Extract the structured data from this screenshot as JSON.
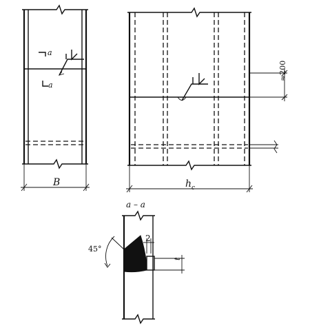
{
  "labels": {
    "section_mark_top": "a",
    "section_mark_bottom": "a",
    "width_dim": "B",
    "depth_dim_main": "h",
    "depth_dim_sub": "c",
    "spacing_dim": "≈200",
    "section_title": "a – a",
    "angle": "45°",
    "gap_dim": "2",
    "thickness_dim": "t"
  }
}
